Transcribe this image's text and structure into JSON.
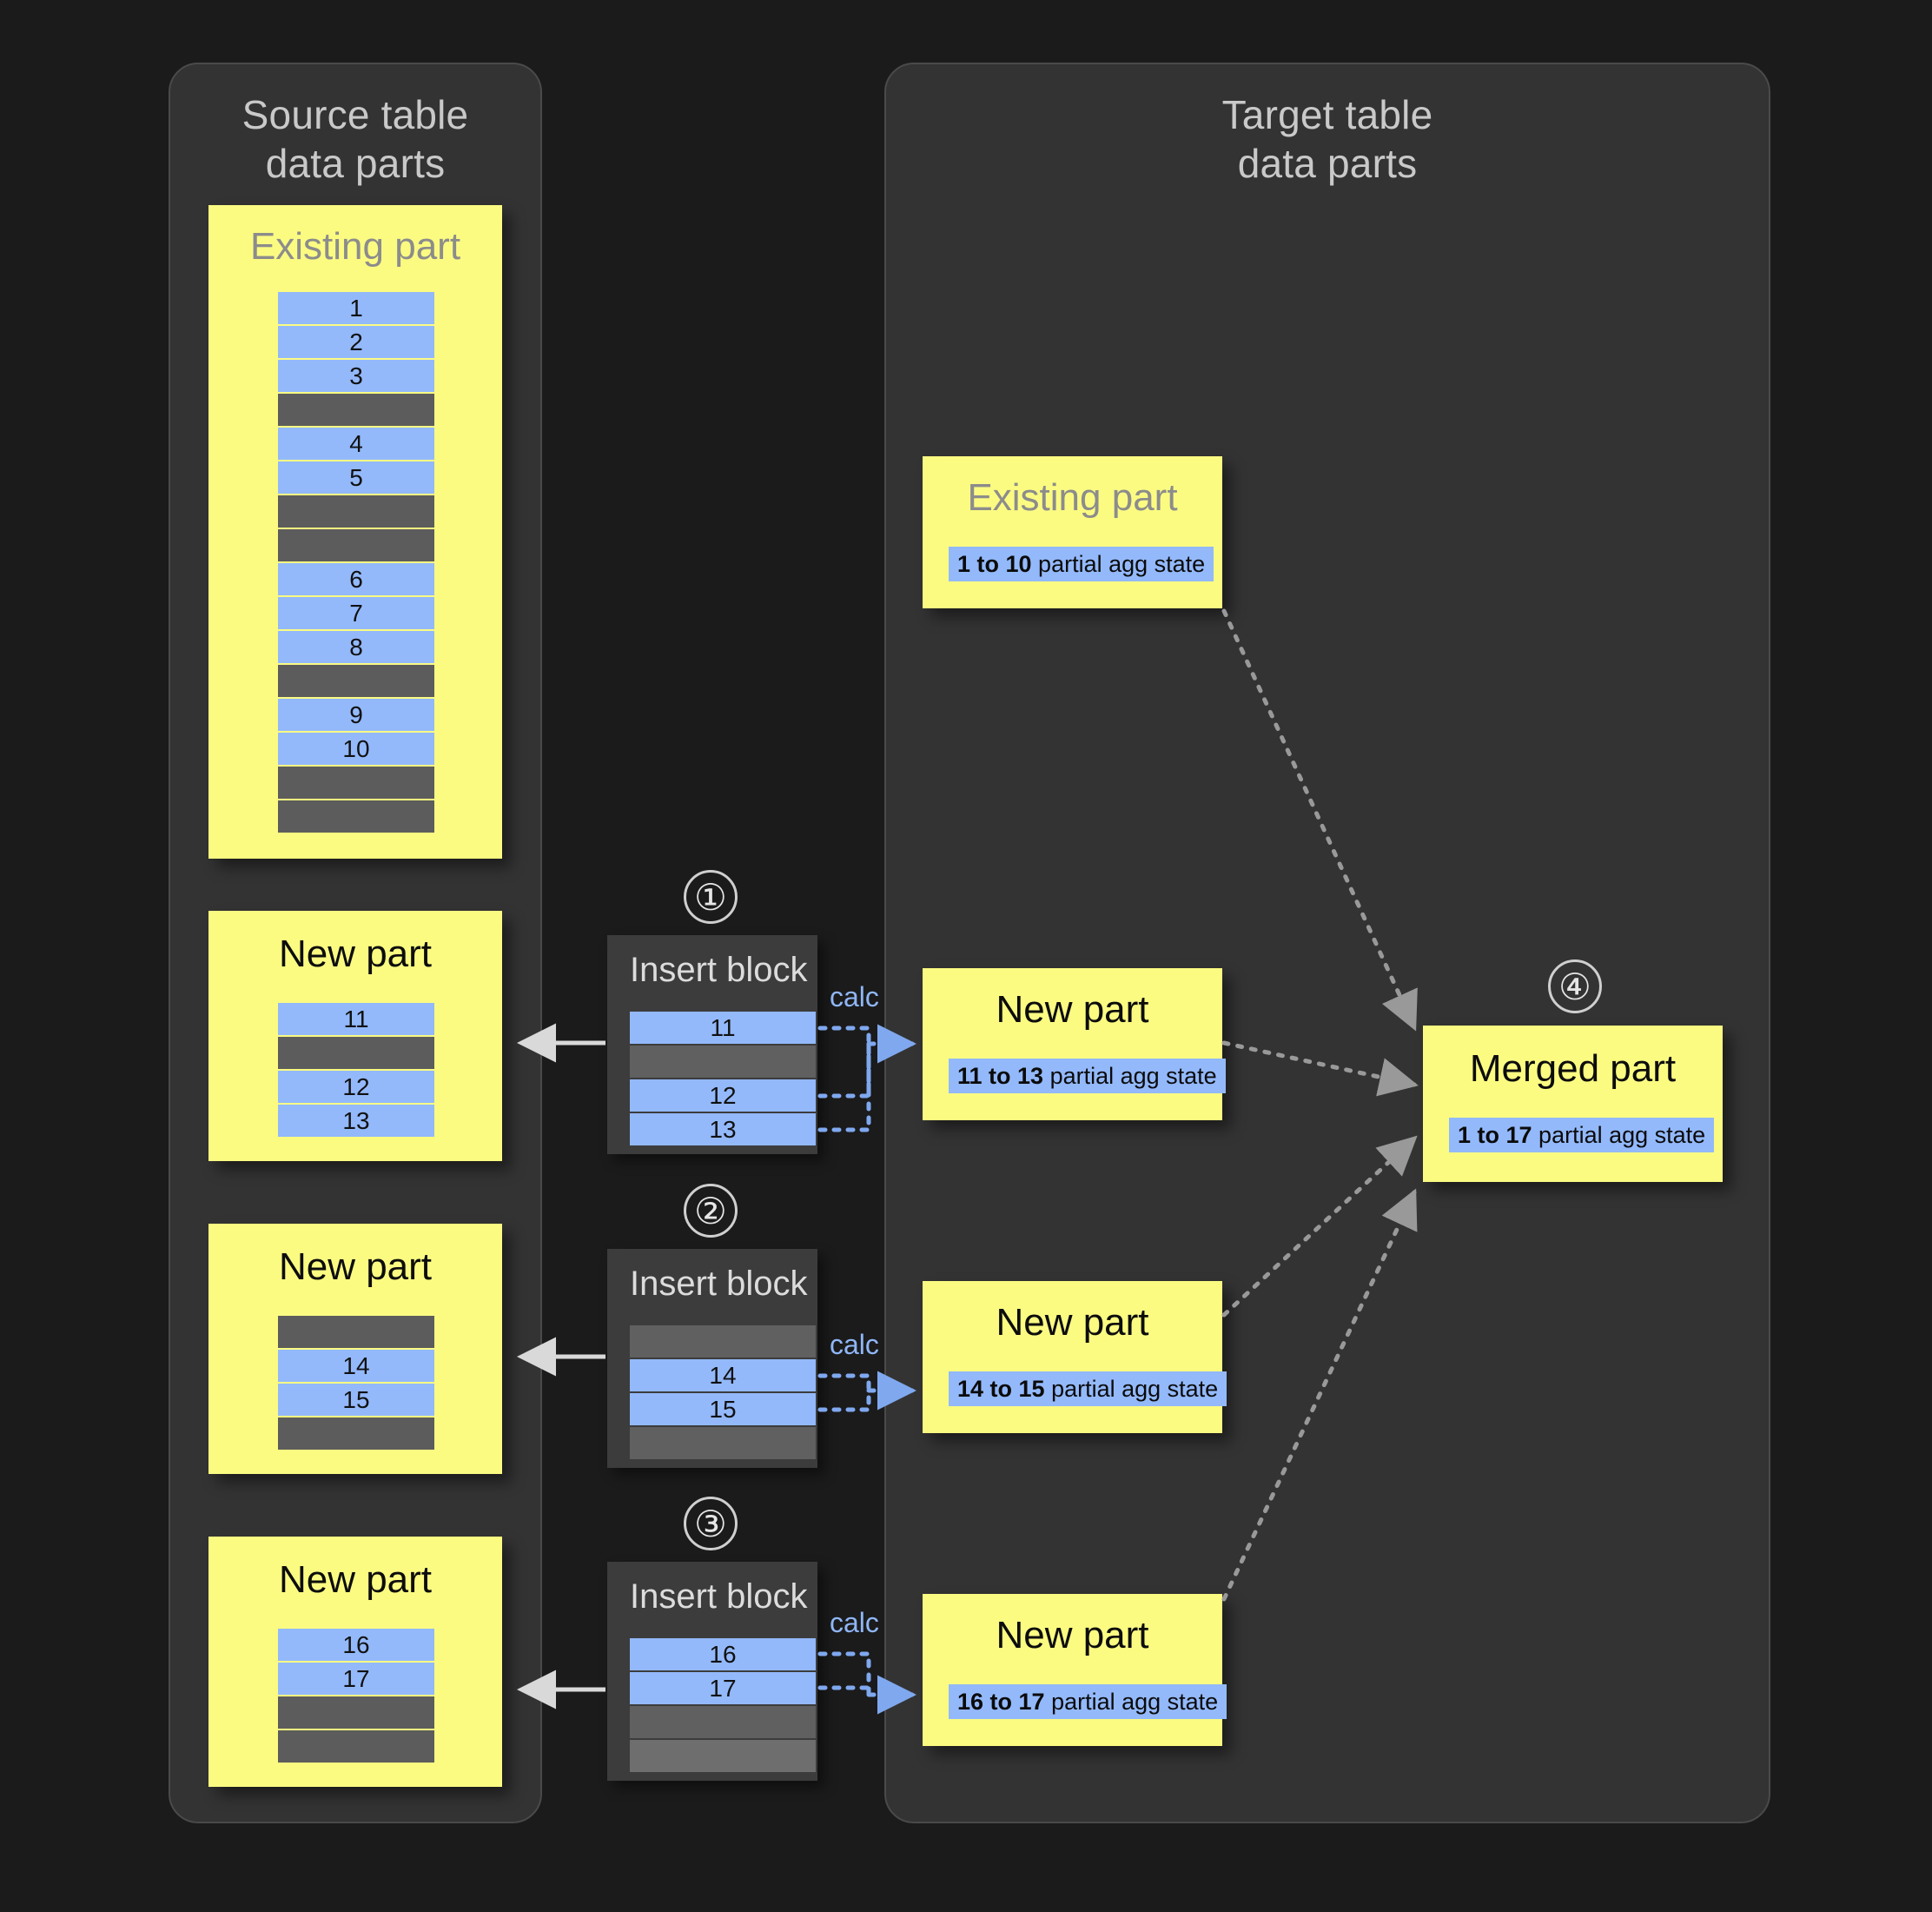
{
  "panels": {
    "source": {
      "title_line1": "Source table",
      "title_line2": "data parts"
    },
    "target": {
      "title_line1": "Target table",
      "title_line2": "data parts"
    }
  },
  "source_parts": [
    {
      "title": "Existing part",
      "rows": [
        "1",
        "2",
        "3",
        "",
        "4",
        "5",
        "",
        "",
        "6",
        "7",
        "8",
        "",
        "9",
        "10",
        "",
        ""
      ]
    },
    {
      "title": "New part",
      "rows": [
        "11",
        "",
        "12",
        "13"
      ]
    },
    {
      "title": "New part",
      "rows": [
        "",
        "14",
        "15",
        ""
      ]
    },
    {
      "title": "New part",
      "rows": [
        "16",
        "17",
        "",
        ""
      ]
    }
  ],
  "insert_blocks": [
    {
      "step": "①",
      "title": "Insert block",
      "rows": [
        "11",
        "",
        "12",
        "13"
      ],
      "calc_label": "calc"
    },
    {
      "step": "②",
      "title": "Insert block",
      "rows": [
        "",
        "14",
        "15",
        ""
      ],
      "calc_label": "calc"
    },
    {
      "step": "③",
      "title": "Insert block",
      "rows": [
        "16",
        "17",
        "",
        ""
      ],
      "calc_label": "calc"
    }
  ],
  "target_parts": [
    {
      "title": "Existing part",
      "title_style": "grey",
      "range": "1 to 10",
      "state_suffix": " partial agg state"
    },
    {
      "title": "New part",
      "title_style": "black",
      "range": "11 to 13",
      "state_suffix": " partial agg state"
    },
    {
      "title": "New part",
      "title_style": "black",
      "range": "14 to 15",
      "state_suffix": " partial agg state"
    },
    {
      "title": "New part",
      "title_style": "black",
      "range": "16 to 17",
      "state_suffix": " partial agg state"
    }
  ],
  "merged": {
    "step": "④",
    "title": "Merged part",
    "range": "1 to 17",
    "state_suffix": " partial agg state"
  },
  "colors": {
    "background": "#1b1b1b",
    "panel": "#333333",
    "part_yellow": "#fbfb82",
    "row_blue": "#93b9fb",
    "row_grey": "#5c5c5c",
    "insert_block": "#3c3c3c",
    "accent_blue": "#8fb6f7",
    "title_grey": "#c9c9c9"
  }
}
